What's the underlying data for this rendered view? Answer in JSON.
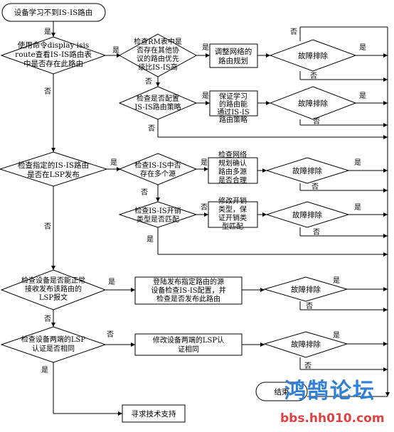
{
  "flowchart": {
    "start": "设备学习不到IS-IS路由",
    "d1": [
      "使用命令display isis",
      "route查看IS-IS路由表",
      "中是否存在此路由"
    ],
    "d1a": [
      "检查RM表中是",
      "否存在其他协",
      "议的路由优先",
      "级比IS-IS高"
    ],
    "p1a": [
      "调整网络的",
      "路由规划"
    ],
    "f1a": "故障排除",
    "d1b": [
      "检查是否配置",
      "IS-IS路由策略"
    ],
    "p1b": [
      "保证学习",
      "的路由能",
      "通过IS-IS",
      "路由策略"
    ],
    "f1b": "故障排除",
    "d2": [
      "检查指定的IS-IS路由",
      "是否在LSP发布"
    ],
    "d2a": [
      "检查IS-IS中否",
      "存在多个源"
    ],
    "p2a": [
      "检查网络",
      "规划确认",
      "路由多源",
      "是否合理"
    ],
    "f2a": "故障排除",
    "d2b": [
      "检查IS-IS开销",
      "类型是否匹配"
    ],
    "p2b": [
      "修改开销",
      "类型，保",
      "证开销类",
      "型匹配"
    ],
    "f2b": "故障排除",
    "d3": [
      "检查设备是否能正常",
      "接收发布该路由的",
      "LSP报文"
    ],
    "p3": [
      "登陆发布指定路由的源",
      "设备检查IS-IS配置，并",
      "检查是否发布此路由"
    ],
    "f3": "故障排除",
    "d4": [
      "检查设备两端的LSP",
      "认证是否相同"
    ],
    "p4": [
      "修改设备两端的LSP认",
      "证相同"
    ],
    "f4": "故障排除",
    "end": "结束",
    "support": "寻求技术支持",
    "yes": "是",
    "no": "否"
  },
  "watermark": {
    "title": "鸿鹄论坛",
    "url": "bbs.hh010.com"
  }
}
